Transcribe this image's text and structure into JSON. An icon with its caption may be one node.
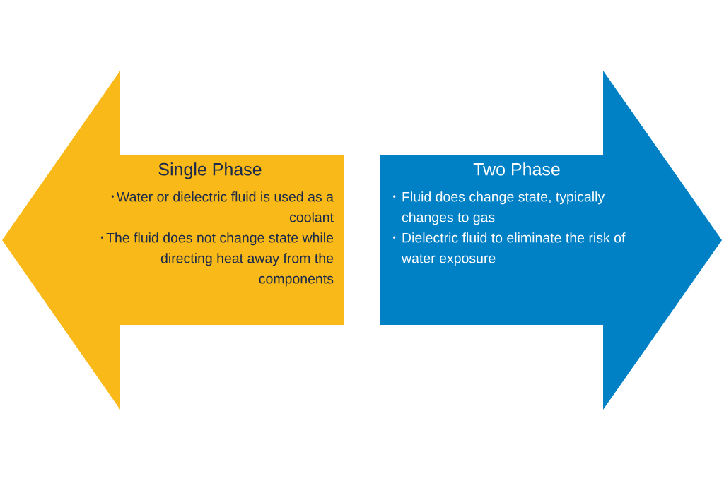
{
  "diagram": {
    "nodes": [
      {
        "text": [
          "Single Phase",
          "Water or dielectric fluid is used as a coolant",
          "The fluid does not change state while directing heat away from the components"
        ]
      },
      {
        "text": [
          "Two Phase",
          "Fluid does change state, typically changes to gas",
          "Dielectric fluid to eliminate the risk of water exposure"
        ]
      }
    ]
  }
}
